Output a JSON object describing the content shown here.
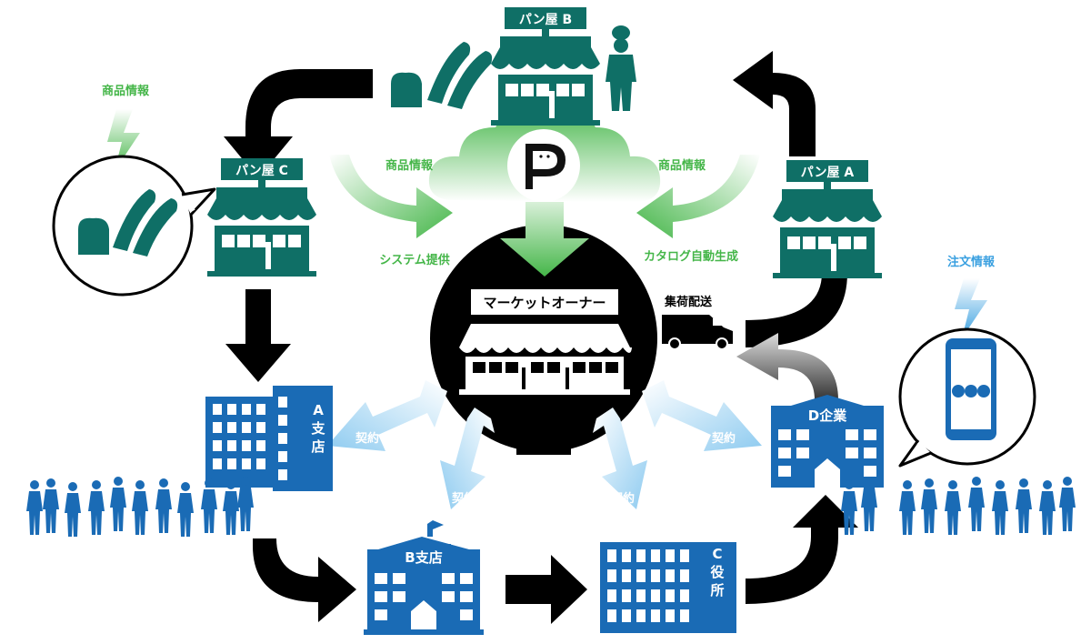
{
  "shops": {
    "a": {
      "sign": "パン屋 A"
    },
    "b": {
      "sign": "パン屋 B"
    },
    "c": {
      "sign": "パン屋 C"
    }
  },
  "labels": {
    "product_info_left": "商品情報",
    "product_info_right": "商品情報",
    "product_info_bubble": "商品情報",
    "system_provision": "システム提供",
    "catalog_auto": "カタログ自動生成",
    "market_owner": "マーケットオーナー",
    "pickup_delivery": "集荷配送",
    "order_info": "注文情報",
    "contract": [
      "契約",
      "契約",
      "契約",
      "契約"
    ]
  },
  "buildings": {
    "a_branch": {
      "line1": "A",
      "line2": "支",
      "line3": "店"
    },
    "b_branch": {
      "label": "B支店"
    },
    "c_office": {
      "line1": "C",
      "line2": "役",
      "line3": "所"
    },
    "d_company": {
      "label": "D企業"
    }
  },
  "logo": {
    "letter": "P"
  },
  "colors": {
    "teal": "#0f6f66",
    "green": "#45b649",
    "blue": "#1a6bb5",
    "light_blue": "#9fd1f1",
    "sky": "#3aa0e0",
    "black": "#000000"
  }
}
